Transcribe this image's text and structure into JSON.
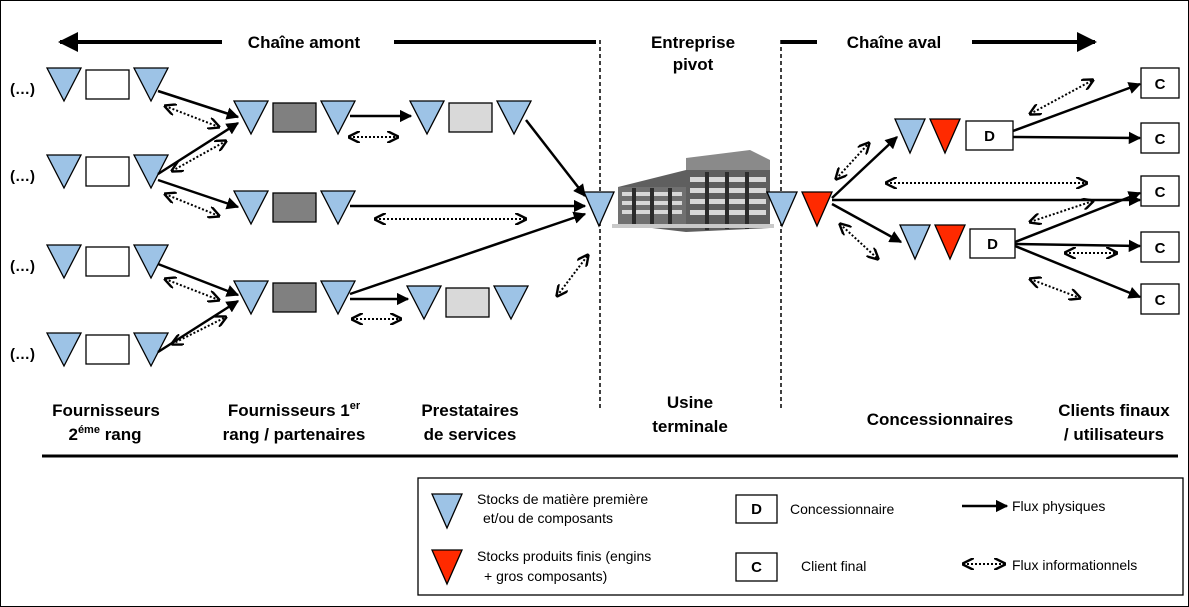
{
  "header": {
    "upstream": "Chaîne amont",
    "pivot_line1": "Entreprise",
    "pivot_line2": "pivot",
    "downstream": "Chaîne aval"
  },
  "ellipsis": "(…)",
  "box_letters": {
    "dealer": "D",
    "client": "C"
  },
  "columns": {
    "tier2_line1": "Fournisseurs",
    "tier2_line2_base": "2",
    "tier2_line2_sup": "éme",
    "tier2_line2_rest": " rang",
    "tier1_line1_base": "Fournisseurs 1",
    "tier1_line1_sup": "er",
    "tier1_line2": "rang / partenaires",
    "services_line1": "Prestataires",
    "services_line2": "de services",
    "plant_line1": "Usine",
    "plant_line2": "terminale",
    "dealers": "Concessionnaires",
    "clients_line1": "Clients finaux",
    "clients_line2": "/ utilisateurs"
  },
  "legend": {
    "raw_stock_line1": "Stocks de matière première",
    "raw_stock_line2": "et/ou de composants",
    "finished_stock_line1": "Stocks produits finis (engins",
    "finished_stock_line2": "+ gros composants)",
    "dealer_letter": "D",
    "dealer_label": "Concessionnaire",
    "client_letter": "C",
    "client_label": "Client final",
    "physical_flow": "Flux physiques",
    "info_flow": "Flux informationnels"
  },
  "colors": {
    "raw_stock": "#9DC3E6",
    "finished_stock": "#FF2A00",
    "tier1_box": "#808080",
    "service_box": "#D9D9D9"
  }
}
